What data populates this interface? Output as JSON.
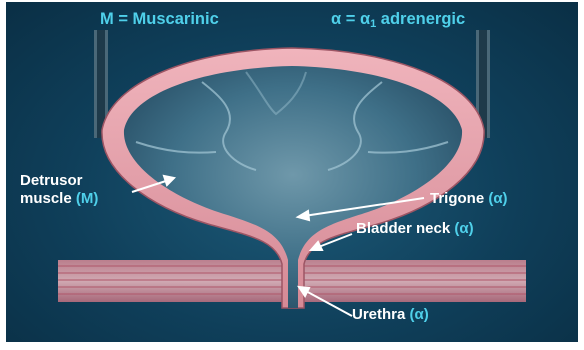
{
  "header": {
    "muscarinic_key": "M = Muscarinic",
    "alpha_key_prefix": "α = α",
    "alpha_key_subscript": "1",
    "alpha_key_suffix": " adrenergic"
  },
  "labels": {
    "detrusor_line1": "Detrusor",
    "detrusor_line2": "muscle",
    "detrusor_code": "(M)",
    "trigone": "Trigone",
    "trigone_code": "(α)",
    "bladder_neck": "Bladder neck",
    "bladder_neck_code": "(α)",
    "urethra": "Urethra",
    "urethra_code": "(α)"
  },
  "colors": {
    "background": "#0f3f5a",
    "key_text": "#4fd0ea",
    "label_text": "#ffffff",
    "muscle_pink": "#e8a0a8",
    "muscle_dark": "#c07080",
    "lumen": "#4d7f95"
  }
}
